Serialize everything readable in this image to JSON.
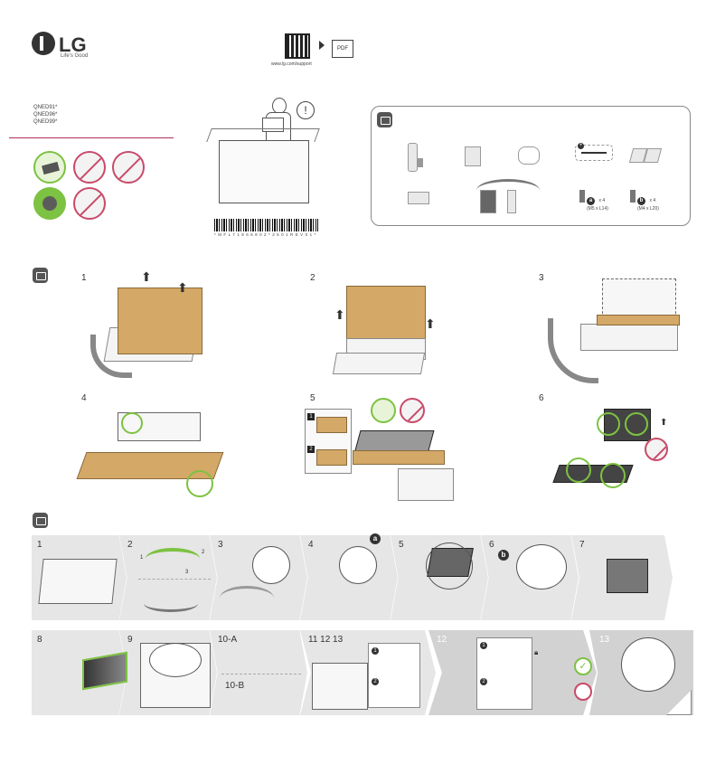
{
  "brand": {
    "name": "LG",
    "tagline": "Life's Good"
  },
  "support": {
    "url": "www.lg.com/support",
    "pdf_label": "PDF",
    "qr_icon": "qr-code-icon"
  },
  "models": [
    "QNED91*",
    "QNED96*",
    "QNED99*"
  ],
  "barcode": {
    "text": "* M F L 7 1 8 6 6 8 0 2 * 2 5 0 1 R E V 0 1 *"
  },
  "parts": {
    "screw_a": {
      "badge": "a",
      "count": "x 4",
      "size": "(M5 x L14)"
    },
    "screw_b": {
      "badge": "b",
      "count": "x 4",
      "size": "(M4 x L20)"
    }
  },
  "unboxing_steps": [
    "1",
    "2",
    "3",
    "4",
    "5",
    "6"
  ],
  "unboxing_substeps": [
    "1",
    "2"
  ],
  "assembly_steps_row1": [
    "1",
    "2",
    "3",
    "4",
    "5",
    "6",
    "7"
  ],
  "assembly_step2_callouts": [
    "1",
    "2",
    "3"
  ],
  "assembly_badges": {
    "step4": "a",
    "step6": "b"
  },
  "assembly_steps_row2": [
    "8",
    "9",
    "10-A",
    "10-B",
    "11 12 13",
    "12",
    "13"
  ],
  "assembly_substeps": [
    "1",
    "2"
  ],
  "colors": {
    "accent_red": "#b03060",
    "ok_green": "#7dc242",
    "no_red": "#c94a6a",
    "strip_gray": "#e6e6e6"
  }
}
